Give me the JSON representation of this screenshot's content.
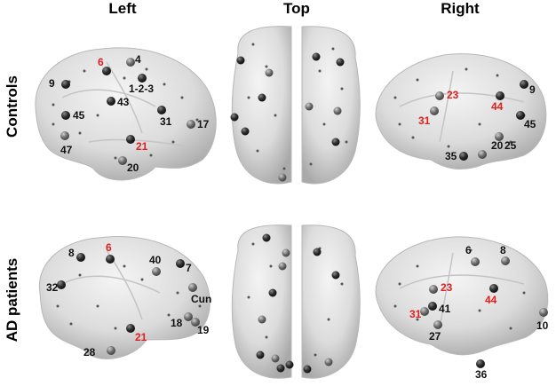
{
  "columns": {
    "left": "Left",
    "top": "Top",
    "right": "Right"
  },
  "rows": {
    "controls": "Controls",
    "ad": "AD patients"
  },
  "colors": {
    "highlight": "#e02020",
    "label": "#111111",
    "brain": "#dedede",
    "node": "#3a3a3a"
  },
  "labels": {
    "controls_left": [
      "9",
      "6",
      "4",
      "1-2-3",
      "43",
      "45",
      "31",
      "17",
      "47",
      "21",
      "20"
    ],
    "controls_right": [
      "23",
      "9",
      "44",
      "31",
      "45",
      "20",
      "25",
      "35"
    ],
    "ad_left": [
      "8",
      "6",
      "40",
      "7",
      "32",
      "Cun",
      "18",
      "19",
      "21",
      "28"
    ],
    "ad_right": [
      "6",
      "8",
      "23",
      "44",
      "31",
      "41",
      "27",
      "10",
      "36"
    ]
  }
}
